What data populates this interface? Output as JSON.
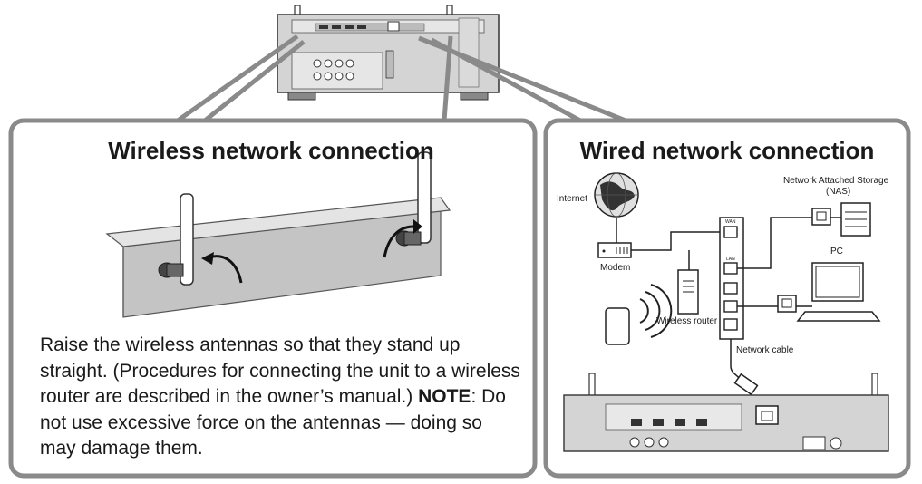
{
  "wireless": {
    "title": "Wireless network connection",
    "instruction_text": "Raise the wireless antennas so that they stand up straight. (Procedures for connecting the unit to a wireless router are described in the owner’s manual.) ",
    "note_label": "NOTE",
    "note_text": ": Do not use excessive force on the antennas — doing so may damage them."
  },
  "wired": {
    "title": "Wired network connection",
    "labels": {
      "internet": "Internet",
      "modem": "Modem",
      "nas_line1": "Network Attached Storage",
      "nas_line2": "(NAS)",
      "pc": "PC",
      "wireless_router": "Wireless router",
      "network_cable": "Network cable",
      "wan_port": "WAN",
      "lan_port": "LAN"
    }
  },
  "colors": {
    "panel_border": "#8a8a8a",
    "device_gray": "#cfcfcf",
    "panel_gray": "#bdbdbd",
    "line": "#222222"
  }
}
